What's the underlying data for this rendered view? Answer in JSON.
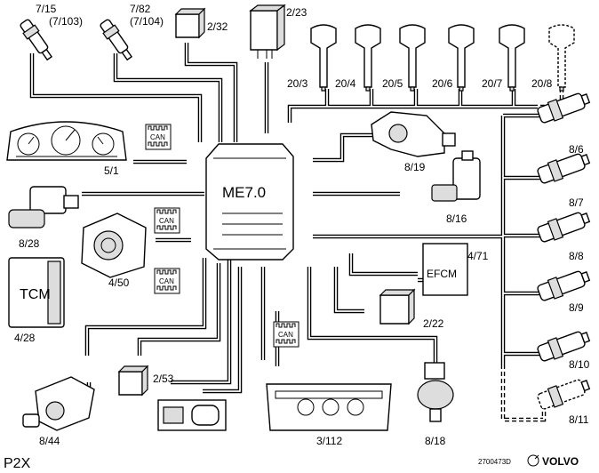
{
  "labels": {
    "s7_15": "7/15",
    "s7_103": "(7/103)",
    "s7_82": "7/82",
    "s7_104": "(7/104)",
    "r2_32": "2/32",
    "r2_23": "2/23",
    "c20_3": "20/3",
    "c20_4": "20/4",
    "c20_5": "20/5",
    "c20_6": "20/6",
    "c20_7": "20/7",
    "c20_8": "20/8",
    "inst5_1": "5/1",
    "ecm_text": "ME7.0",
    "v8_19": "8/19",
    "v8_16": "8/16",
    "v8_28": "8/28",
    "thr4_50": "4/50",
    "efcm_text": "EFCM",
    "efcm4_71": "4/71",
    "tcm_text": "TCM",
    "tcm4_28": "4/28",
    "r2_22": "2/22",
    "r2_53": "2/53",
    "v8_44": "8/44",
    "ccp3_112": "3/112",
    "v8_18": "8/18",
    "inj8_6": "8/6",
    "inj8_7": "8/7",
    "inj8_8": "8/8",
    "inj8_9": "8/9",
    "inj8_10": "8/10",
    "inj8_11": "8/11",
    "platform": "P2X",
    "figure_id": "2700473D",
    "brand": "VOLVO",
    "can_text": "CAN"
  }
}
